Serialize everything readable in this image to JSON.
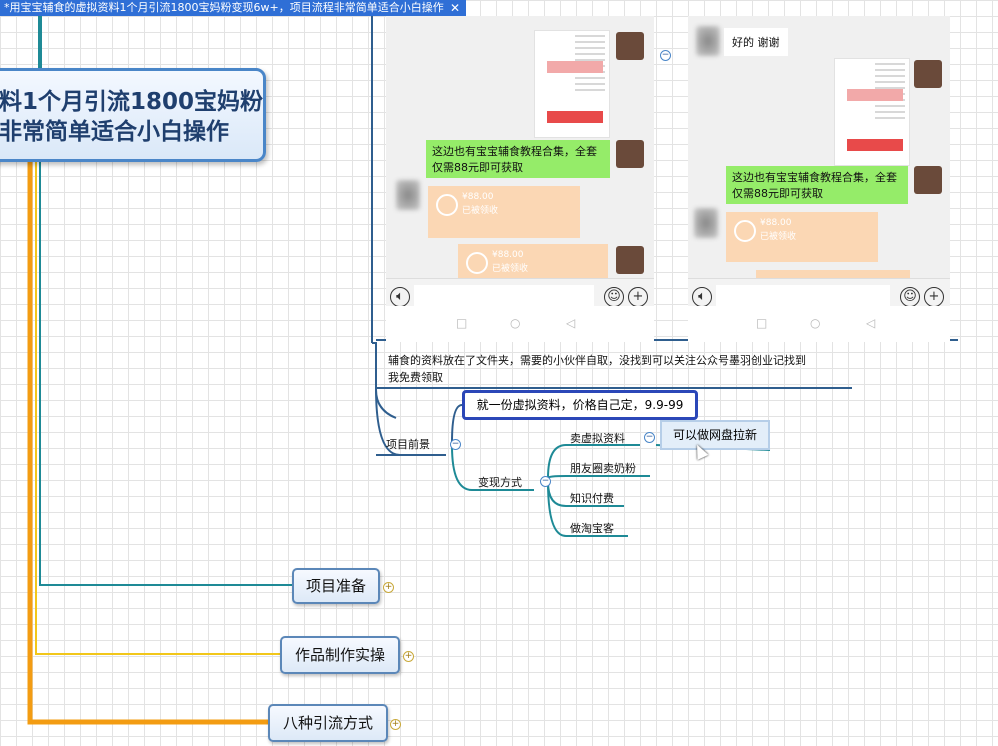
{
  "tab": {
    "title": "*用宝宝辅食的虚拟资料1个月引流1800宝妈粉变现6w+，项目流程非常简单适合小白操作",
    "close": "✕"
  },
  "root": {
    "line1": "料1个月引流1800宝妈粉",
    "line2": "非常简单适合小白操作"
  },
  "chat": {
    "left_caption": "这边也有宝宝辅食教程合集，全套仅需88元即可获取",
    "right_caption": "这边也有宝宝辅食教程合集，全套仅需88元即可获取",
    "reply": "好的 谢谢",
    "amount1": "¥88.00",
    "amount2": "¥88.00",
    "amount3": "¥88.00",
    "status": "已被领收",
    "voice_icon": "voice-icon",
    "emoji_icon": "emoji-icon",
    "plus_icon": "plus-icon",
    "nav_square": "□",
    "nav_circle": "○",
    "nav_back": "◁"
  },
  "note": {
    "line1": "辅食的资料放在了文件夹，需要的小伙伴自取，没找到可以关注公众号墨羽创业记找到",
    "line2": "我免费领取"
  },
  "mindmap": {
    "background": "项目前景",
    "price": "就一份虚拟资料，价格自己定，9.9-99",
    "monetize": "变现方式",
    "sell_virtual": "卖虚拟资料",
    "net_disk": "可以做网盘拉新",
    "moments": "朋友圈卖奶粉",
    "knowledge": "知识付费",
    "taobao": "做淘宝客",
    "prep": "项目准备",
    "works": "作品制作实操",
    "eight": "八种引流方式",
    "minus": "−",
    "plus": "+"
  },
  "colors": {
    "tab": "#2f6fd6",
    "orange": "#f39c12",
    "teal": "#1e8a96",
    "yellow": "#f2c71a",
    "node_border": "#4a86c8",
    "bubble_green": "#95ec69"
  }
}
